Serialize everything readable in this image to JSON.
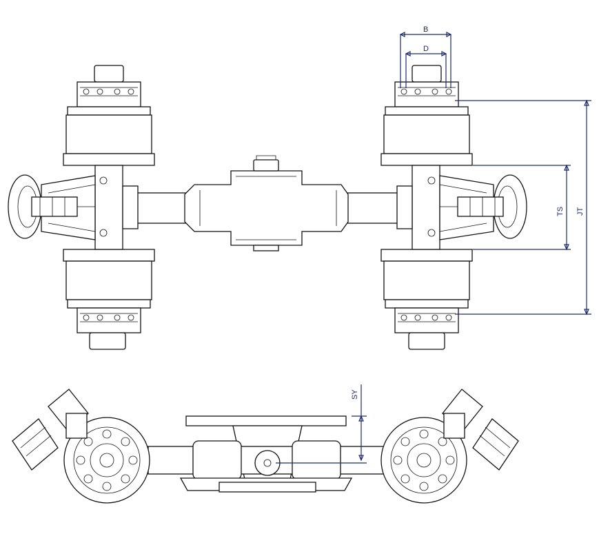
{
  "colors": {
    "line": "#111111",
    "dimension": "#1a2a6c",
    "background": "#ffffff"
  },
  "dimensions": {
    "b": "B",
    "d": "D",
    "ts": "TS",
    "jt": "JT",
    "sy": "SY"
  }
}
